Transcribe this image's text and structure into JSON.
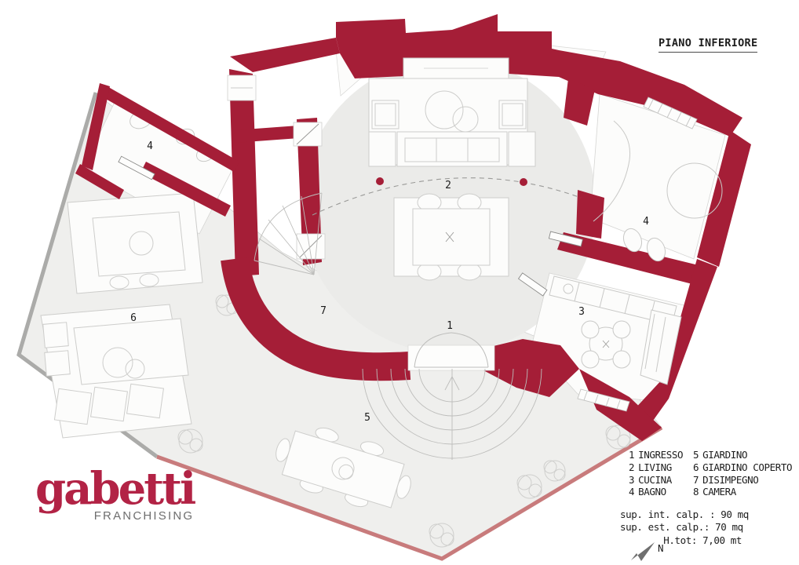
{
  "title": {
    "label": "PIANO INFERIORE"
  },
  "logo": {
    "brand": "gabetti",
    "subtitle": "FRANCHISING"
  },
  "legend": {
    "items": [
      {
        "number": "1",
        "label": "INGRESSO"
      },
      {
        "number": "2",
        "label": "LIVING"
      },
      {
        "number": "3",
        "label": "CUCINA"
      },
      {
        "number": "4",
        "label": "BAGNO"
      },
      {
        "number": "5",
        "label": "GIARDINO"
      },
      {
        "number": "6",
        "label": "GIARDINO COPERTO"
      },
      {
        "number": "7",
        "label": "DISIMPEGNO"
      },
      {
        "number": "8",
        "label": "CAMERA"
      }
    ]
  },
  "measurements": {
    "line1": "sup. int. calp. : 90 mq",
    "line2": "sup. est. calp.: 70 mq",
    "line3": "H.tot: 7,00 mt"
  },
  "compass": {
    "label": "N"
  },
  "plan": {
    "floor_name": "PIANO INFERIORE",
    "room_labels": [
      {
        "number": "1",
        "name": "ingresso"
      },
      {
        "number": "2",
        "name": "living"
      },
      {
        "number": "3",
        "name": "cucina"
      },
      {
        "number": "4",
        "name": "bagno-sinistra"
      },
      {
        "number": "4",
        "name": "bagno-destra"
      },
      {
        "number": "5",
        "name": "giardino"
      },
      {
        "number": "6",
        "name": "giardino-coperto"
      },
      {
        "number": "7",
        "name": "disimpegno"
      }
    ],
    "colors": {
      "wall": "#A51E37",
      "garden_boundary": "#C87B7C",
      "floor": "#ECECEA",
      "logo_red": "#B22345"
    }
  }
}
